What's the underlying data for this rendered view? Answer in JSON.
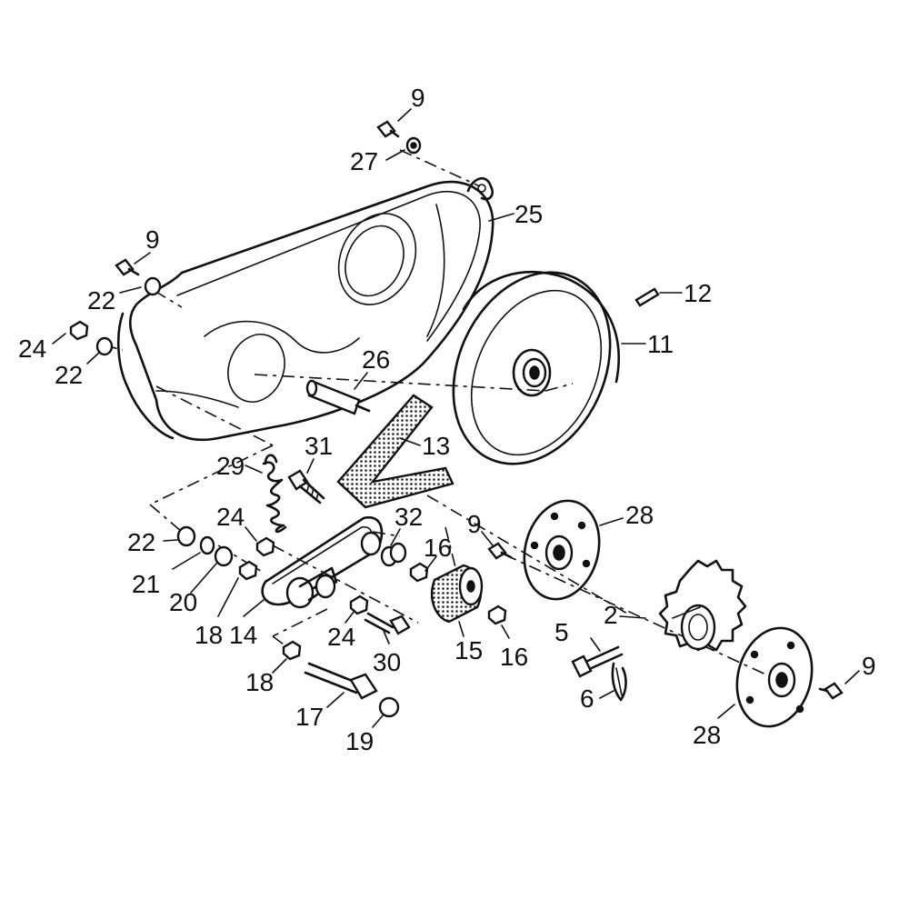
{
  "labels": {
    "l9a": "9",
    "l27": "27",
    "l25": "25",
    "l9b": "9",
    "l22a": "22",
    "l24a": "24",
    "l22b": "22",
    "l26": "26",
    "l12": "12",
    "l11": "11",
    "l13": "13",
    "l31": "31",
    "l29": "29",
    "l24b": "24",
    "l32": "32",
    "l22c": "22",
    "l21": "21",
    "l20": "20",
    "l18a": "18",
    "l14": "14",
    "l16a": "16",
    "l24c": "24",
    "l30": "30",
    "l15": "15",
    "l16b": "16",
    "l9c": "9",
    "l28a": "28",
    "l2": "2",
    "l5": "5",
    "l6": "6",
    "l18b": "18",
    "l17": "17",
    "l19": "19",
    "l9d": "9",
    "l28b": "28"
  },
  "icons": [
    "bolt-icon",
    "washer-icon",
    "nut-icon",
    "pulley-icon",
    "sprocket-icon",
    "flange-icon",
    "spring-icon",
    "belt-icon"
  ]
}
